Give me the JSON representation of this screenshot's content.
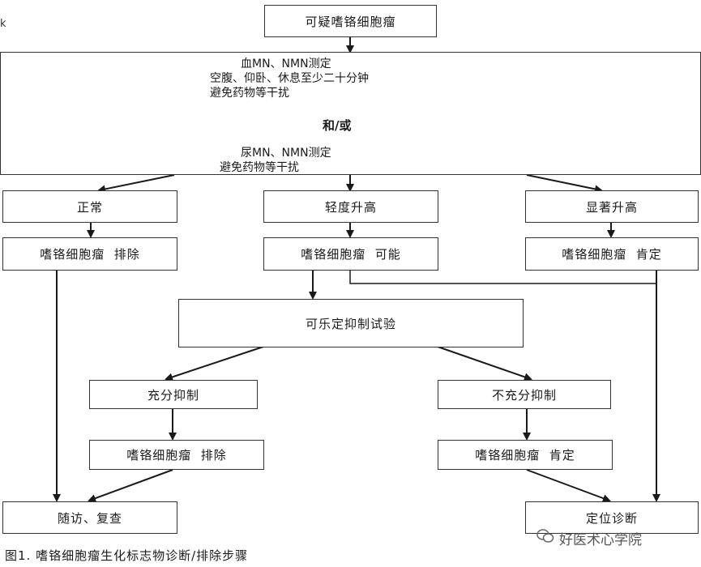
{
  "diagram": {
    "start": "可疑嗜铬细胞瘤",
    "tests": {
      "blood_line1": "血MN、NMN测定",
      "blood_line2": "空腹、仰卧、休息至少二十分钟",
      "blood_line3": "避免药物等干扰",
      "andor": "和/或",
      "urine_line1": "尿MN、NMN测定",
      "urine_line2": "避免药物等干扰"
    },
    "result_normal": "正常",
    "result_mild": "轻度升高",
    "result_marked": "显著升高",
    "excluded": "嗜铬细胞瘤  排除",
    "possible": "嗜铬细胞瘤  可能",
    "confirmed": "嗜铬细胞瘤  肯定",
    "clonidine_test": "可乐定抑制试验",
    "full_suppression": "充分抑制",
    "incomplete_suppression": "不充分抑制",
    "excluded_after_test": "嗜铬细胞瘤  排除",
    "confirmed_after_test": "嗜铬细胞瘤  肯定",
    "followup": "随访、复查",
    "localization": "定位诊断"
  },
  "caption": "图1. 嗜铬细胞瘤生化标志物诊断/排除步骤",
  "watermark": "好医术心学院",
  "edge_mark": "k",
  "colors": {
    "border": "#333333",
    "text": "#1a1a1a"
  }
}
